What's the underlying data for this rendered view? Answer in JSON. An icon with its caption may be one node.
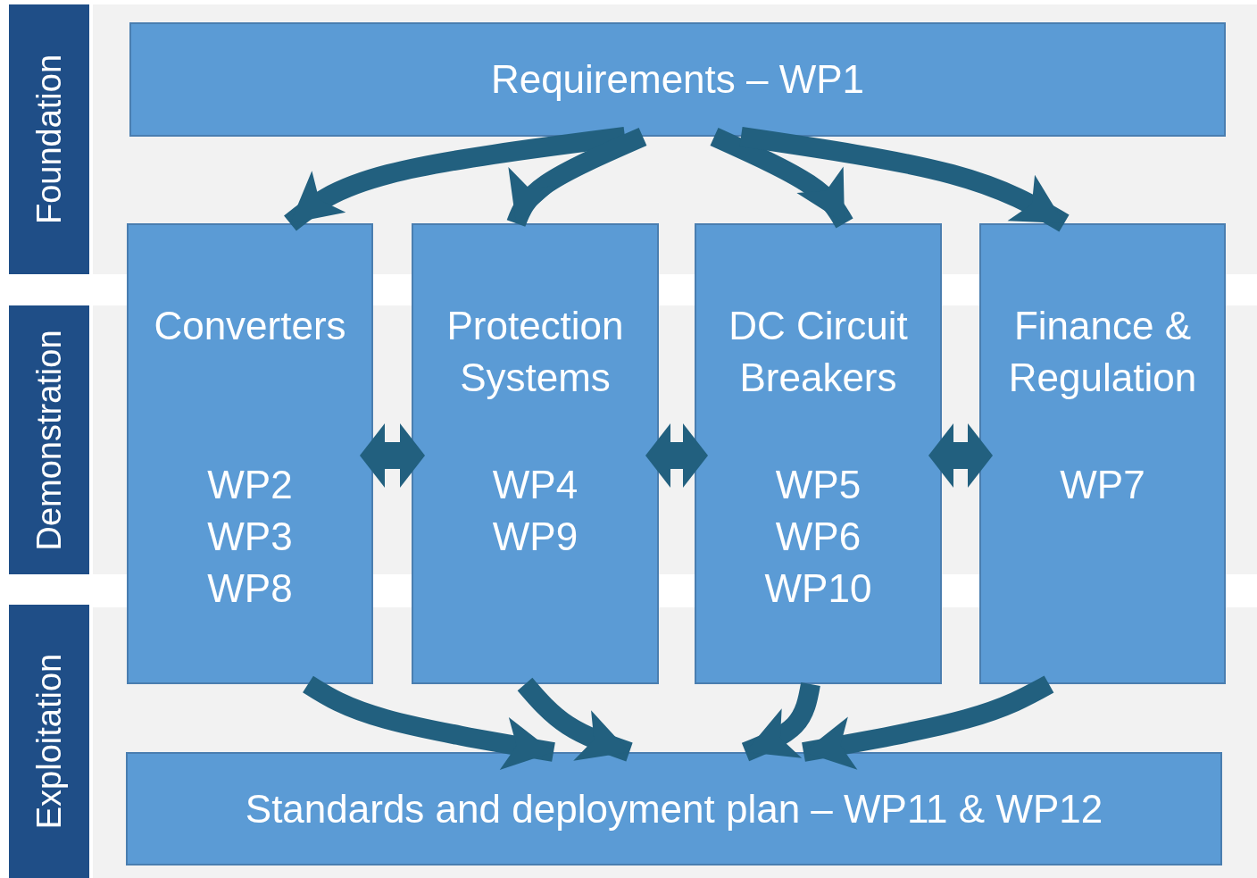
{
  "diagram": {
    "nodes": [
      {
        "text": [
          "Foundation"
        ]
      },
      {
        "text": [
          "Demonstration"
        ]
      },
      {
        "text": [
          "Exploitation"
        ]
      },
      {
        "text": [
          "Requirements – WP1"
        ]
      },
      {
        "text": [
          "Converters",
          "WP2 WP3 WP8"
        ]
      },
      {
        "text": [
          "Protection Systems",
          "WP4 WP9"
        ]
      },
      {
        "text": [
          "DC Circuit Breakers",
          "WP5 WP6 WP10"
        ]
      },
      {
        "text": [
          "Finance & Regulation",
          "WP7"
        ]
      },
      {
        "text": [
          "Standards and deployment plan – WP11 & WP12"
        ]
      }
    ],
    "edges": [
      {
        "from": 3,
        "to": 4,
        "arrow": "to"
      },
      {
        "from": 3,
        "to": 5,
        "arrow": "to"
      },
      {
        "from": 3,
        "to": 6,
        "arrow": "to"
      },
      {
        "from": 3,
        "to": 7,
        "arrow": "to"
      },
      {
        "from": 4,
        "to": 5,
        "arrow": "both"
      },
      {
        "from": 5,
        "to": 6,
        "arrow": "both"
      },
      {
        "from": 6,
        "to": 7,
        "arrow": "both"
      },
      {
        "from": 4,
        "to": 8,
        "arrow": "to"
      },
      {
        "from": 5,
        "to": 8,
        "arrow": "to"
      },
      {
        "from": 6,
        "to": 8,
        "arrow": "to"
      },
      {
        "from": 7,
        "to": 8,
        "arrow": "to"
      }
    ]
  }
}
